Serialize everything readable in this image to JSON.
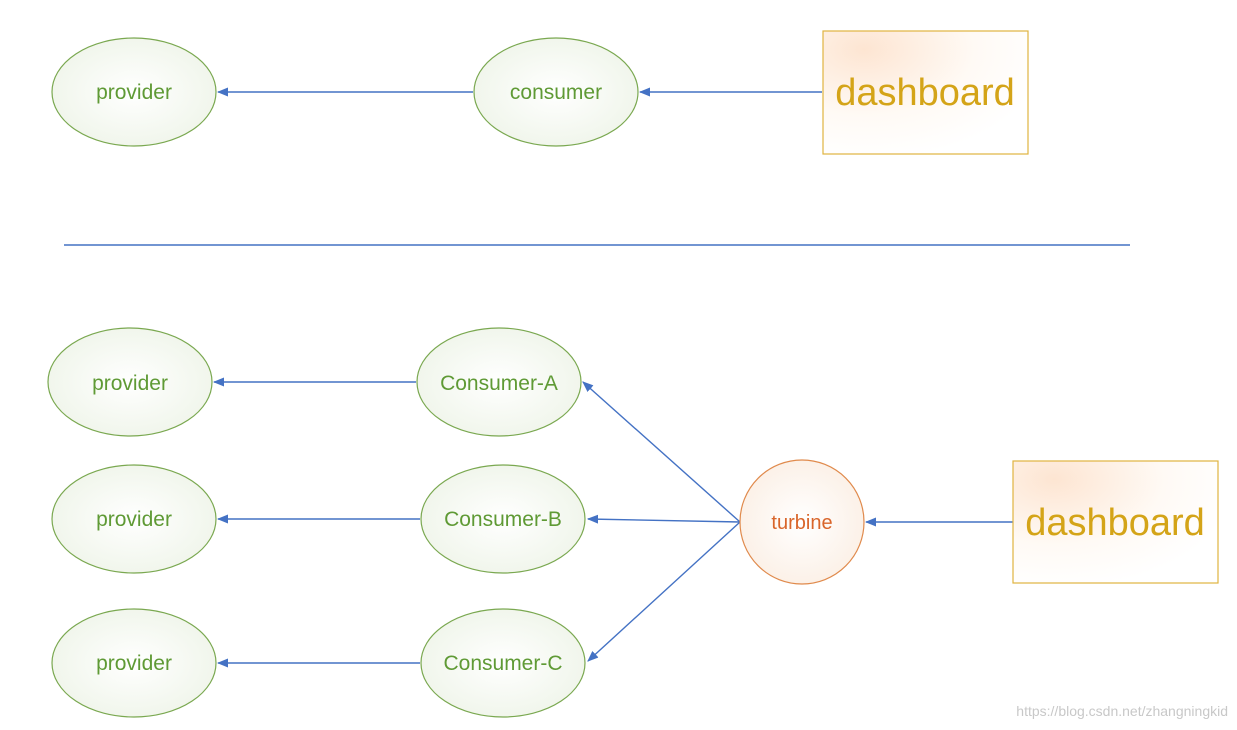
{
  "top": {
    "provider": "provider",
    "consumer": "consumer",
    "dashboard": "dashboard"
  },
  "bottom": {
    "providers": [
      "provider",
      "provider",
      "provider"
    ],
    "consumers": [
      "Consumer-A",
      "Consumer-B",
      "Consumer-C"
    ],
    "turbine": "turbine",
    "dashboard": "dashboard"
  },
  "watermark": "https://blog.csdn.net/zhangningkid",
  "colors": {
    "node_green": "#5f9a35",
    "turbine_orange": "#d9652a",
    "dashboard_gold": "#d4a418",
    "arrow_blue": "#4472c4"
  }
}
